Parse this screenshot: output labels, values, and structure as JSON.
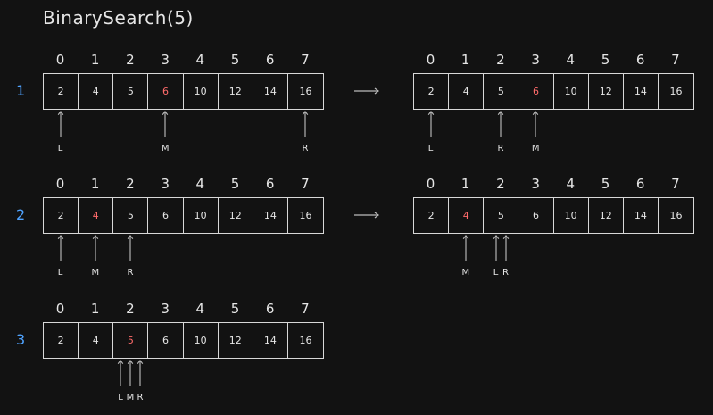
{
  "title": "BinarySearch(5)",
  "indices": [
    "0",
    "1",
    "2",
    "3",
    "4",
    "5",
    "6",
    "7"
  ],
  "values": [
    "2",
    "4",
    "5",
    "6",
    "10",
    "12",
    "14",
    "16"
  ],
  "colors": {
    "highlight": "#ff6b6b",
    "step_number": "#4fa3ff",
    "background": "#121212"
  },
  "steps": [
    {
      "number": "1",
      "before": {
        "highlight": 3,
        "pointers": [
          {
            "label": "L",
            "at": 0
          },
          {
            "label": "M",
            "at": 3
          },
          {
            "label": "R",
            "at": 7
          }
        ]
      },
      "after": {
        "highlight": 3,
        "pointers": [
          {
            "label": "L",
            "at": 0
          },
          {
            "label": "R",
            "at": 2
          },
          {
            "label": "M",
            "at": 3
          }
        ]
      }
    },
    {
      "number": "2",
      "before": {
        "highlight": 1,
        "pointers": [
          {
            "label": "L",
            "at": 0
          },
          {
            "label": "M",
            "at": 1
          },
          {
            "label": "R",
            "at": 2
          }
        ]
      },
      "after": {
        "highlight": 1,
        "pointers": [
          {
            "label": "M",
            "at": 1
          },
          {
            "label": "L",
            "at": 2
          },
          {
            "label": "R",
            "at": 2
          }
        ]
      }
    },
    {
      "number": "3",
      "before": {
        "highlight": 2,
        "pointers": [
          {
            "label": "L",
            "at": 2
          },
          {
            "label": "M",
            "at": 2
          },
          {
            "label": "R",
            "at": 2
          }
        ]
      }
    }
  ]
}
